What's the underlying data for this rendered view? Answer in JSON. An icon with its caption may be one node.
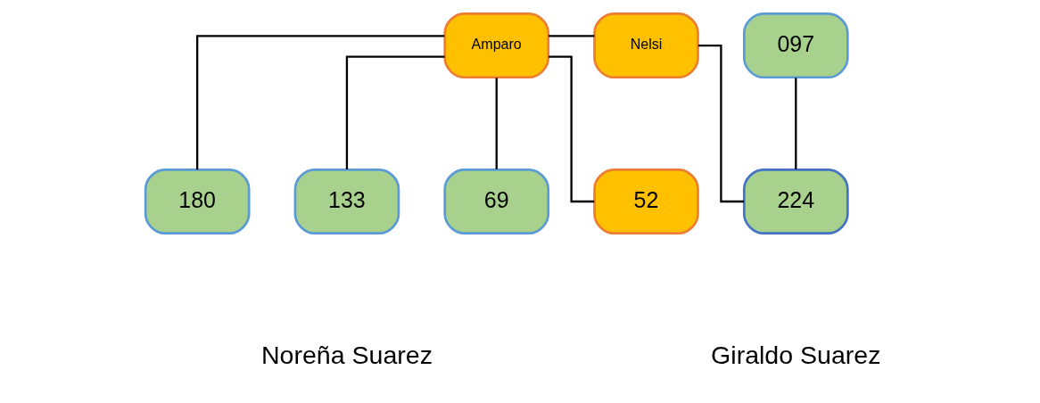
{
  "diagram": {
    "nodes": [
      {
        "text": [
          "Amparo"
        ]
      },
      {
        "text": [
          "Nelsi"
        ]
      },
      {
        "text": [
          "097"
        ]
      },
      {
        "text": [
          "180"
        ]
      },
      {
        "text": [
          "133"
        ]
      },
      {
        "text": [
          "69"
        ]
      },
      {
        "text": [
          "52"
        ]
      },
      {
        "text": [
          "224"
        ]
      }
    ],
    "edges": [
      {
        "from": 0,
        "to": 1,
        "arrow": "none"
      },
      {
        "from": 0,
        "to": 3,
        "arrow": "none"
      },
      {
        "from": 0,
        "to": 4,
        "arrow": "none"
      },
      {
        "from": 0,
        "to": 5,
        "arrow": "none"
      },
      {
        "from": 0,
        "to": 6,
        "arrow": "none"
      },
      {
        "from": 1,
        "to": 7,
        "arrow": "none"
      },
      {
        "from": 2,
        "to": 7,
        "arrow": "none"
      }
    ],
    "labels": [
      "Noreña Suarez",
      "Giraldo Suarez"
    ]
  }
}
